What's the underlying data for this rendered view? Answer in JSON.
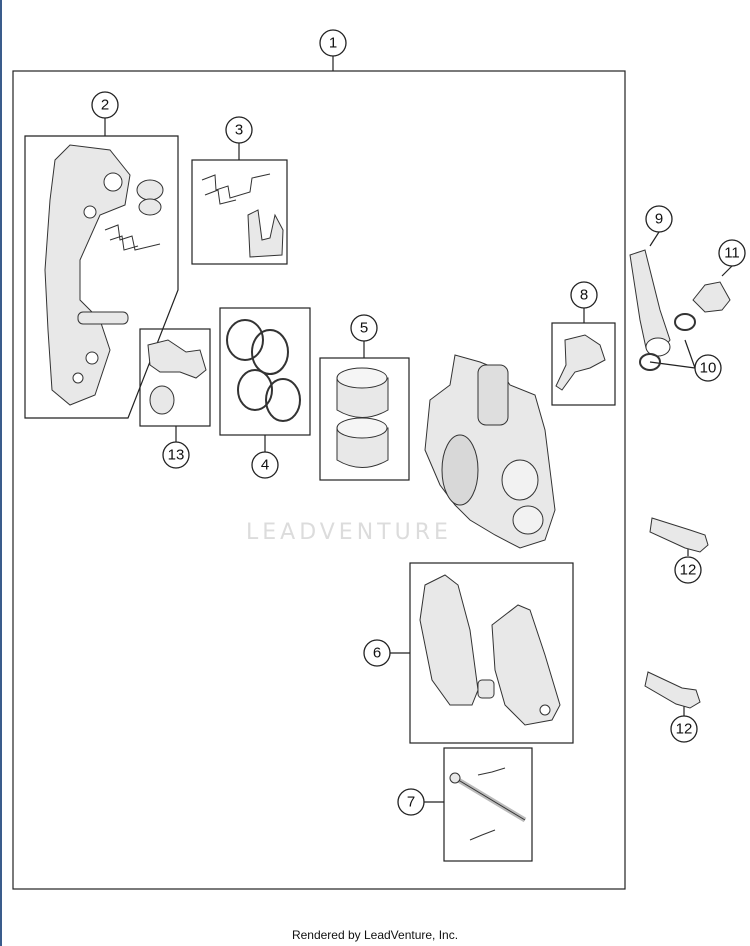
{
  "callouts": [
    {
      "id": "c1",
      "label": "1"
    },
    {
      "id": "c2",
      "label": "2"
    },
    {
      "id": "c3",
      "label": "3"
    },
    {
      "id": "c4",
      "label": "4"
    },
    {
      "id": "c5",
      "label": "5"
    },
    {
      "id": "c6",
      "label": "6"
    },
    {
      "id": "c7",
      "label": "7"
    },
    {
      "id": "c8",
      "label": "8"
    },
    {
      "id": "c9",
      "label": "9"
    },
    {
      "id": "c10",
      "label": "10"
    },
    {
      "id": "c11",
      "label": "11"
    },
    {
      "id": "c12a",
      "label": "12"
    },
    {
      "id": "c12b",
      "label": "12"
    },
    {
      "id": "c13",
      "label": "13"
    }
  ],
  "watermark": "LEADVENTURE",
  "footer": "Rendered by LeadVenture, Inc.",
  "colors": {
    "line": "#222222",
    "watermark": "#dcdcdc",
    "edge": "#3a5c8c"
  }
}
